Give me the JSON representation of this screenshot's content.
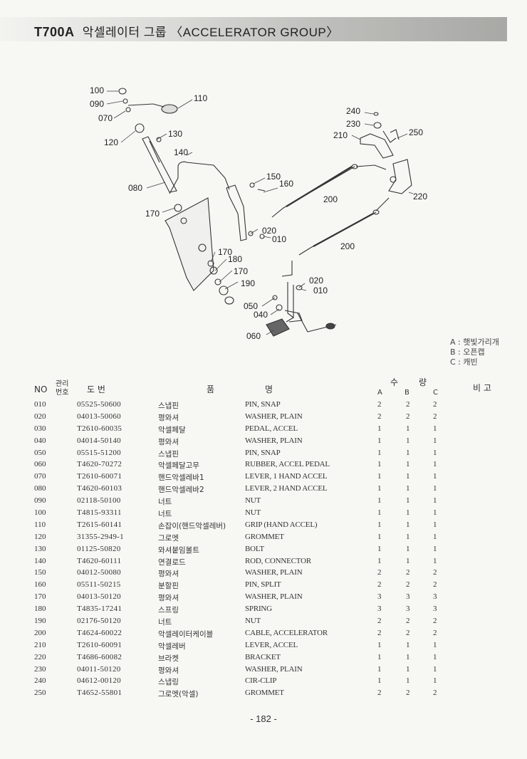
{
  "header": {
    "model": "T700A",
    "title": "악셀레이터 그룹 〈ACCELERATOR GROUP〉"
  },
  "diagram_labels": [
    "100",
    "090",
    "070",
    "110",
    "120",
    "130",
    "140",
    "080",
    "170",
    "150",
    "160",
    "200",
    "240",
    "230",
    "210",
    "250",
    "220",
    "020",
    "010",
    "170",
    "180",
    "170",
    "190",
    "200",
    "020",
    "010",
    "050",
    "040",
    "060"
  ],
  "legend": [
    "A : 햇빛가리개",
    "B : 오픈캡",
    "C : 캐빈"
  ],
  "table_header": {
    "no": "NO",
    "mgmt_top": "관리",
    "mgmt_bottom": "번호",
    "drawing": "도      번",
    "name1": "품",
    "name2": "명",
    "qty1": "수",
    "qty2": "량",
    "col_a": "A",
    "col_b": "B",
    "col_c": "C",
    "remarks": "비 고"
  },
  "rows": [
    {
      "no": "010",
      "part": "05525-50600",
      "kor": "스냅핀",
      "eng": "PIN, SNAP",
      "a": "2",
      "b": "2",
      "c": "2"
    },
    {
      "no": "020",
      "part": "04013-50060",
      "kor": "평와셔",
      "eng": "WASHER, PLAIN",
      "a": "2",
      "b": "2",
      "c": "2"
    },
    {
      "no": "030",
      "part": "T2610-60035",
      "kor": "악셀페달",
      "eng": "PEDAL, ACCEL",
      "a": "1",
      "b": "1",
      "c": "1"
    },
    {
      "no": "040",
      "part": "04014-50140",
      "kor": "평와셔",
      "eng": "WASHER, PLAIN",
      "a": "1",
      "b": "1",
      "c": "1"
    },
    {
      "no": "050",
      "part": "05515-51200",
      "kor": "스냅핀",
      "eng": "PIN, SNAP",
      "a": "1",
      "b": "1",
      "c": "1"
    },
    {
      "no": "060",
      "part": "T4620-70272",
      "kor": "악셀페달고무",
      "eng": "RUBBER, ACCEL PEDAL",
      "a": "1",
      "b": "1",
      "c": "1"
    },
    {
      "no": "070",
      "part": "T2610-60071",
      "kor": "핸드악셀레바1",
      "eng": "LEVER, 1 HAND ACCEL",
      "a": "1",
      "b": "1",
      "c": "1"
    },
    {
      "no": "080",
      "part": "T4620-60103",
      "kor": "핸드악셀레바2",
      "eng": "LEVER, 2 HAND ACCEL",
      "a": "1",
      "b": "1",
      "c": "1"
    },
    {
      "no": "090",
      "part": "02118-50100",
      "kor": "너트",
      "eng": "NUT",
      "a": "1",
      "b": "1",
      "c": "1"
    },
    {
      "no": "100",
      "part": "T4815-93311",
      "kor": "너트",
      "eng": "NUT",
      "a": "1",
      "b": "1",
      "c": "1"
    },
    {
      "no": "110",
      "part": "T2615-60141",
      "kor": "손잡이(핸드악셀레버)",
      "eng": "GRIP (HAND ACCEL)",
      "a": "1",
      "b": "1",
      "c": "1"
    },
    {
      "no": "120",
      "part": "31355-2949-1",
      "kor": "그로멧",
      "eng": "GROMMET",
      "a": "1",
      "b": "1",
      "c": "1"
    },
    {
      "no": "130",
      "part": "01125-50820",
      "kor": "와셔붙임볼트",
      "eng": "BOLT",
      "a": "1",
      "b": "1",
      "c": "1"
    },
    {
      "no": "140",
      "part": "T4620-60111",
      "kor": "연결로드",
      "eng": "ROD, CONNECTOR",
      "a": "1",
      "b": "1",
      "c": "1"
    },
    {
      "no": "150",
      "part": "04012-50080",
      "kor": "평와셔",
      "eng": "WASHER, PLAIN",
      "a": "2",
      "b": "2",
      "c": "2"
    },
    {
      "no": "160",
      "part": "05511-50215",
      "kor": "분할핀",
      "eng": "PIN, SPLIT",
      "a": "2",
      "b": "2",
      "c": "2"
    },
    {
      "no": "170",
      "part": "04013-50120",
      "kor": "평와셔",
      "eng": "WASHER, PLAIN",
      "a": "3",
      "b": "3",
      "c": "3"
    },
    {
      "no": "180",
      "part": "T4835-17241",
      "kor": "스프링",
      "eng": "SPRING",
      "a": "3",
      "b": "3",
      "c": "3"
    },
    {
      "no": "190",
      "part": "02176-50120",
      "kor": "너트",
      "eng": "NUT",
      "a": "2",
      "b": "2",
      "c": "2"
    },
    {
      "no": "200",
      "part": "T4624-60022",
      "kor": "악셀레이터케이블",
      "eng": "CABLE, ACCELERATOR",
      "a": "2",
      "b": "2",
      "c": "2"
    },
    {
      "no": "210",
      "part": "T2610-60091",
      "kor": "악셀레버",
      "eng": "LEVER, ACCEL",
      "a": "1",
      "b": "1",
      "c": "1"
    },
    {
      "no": "220",
      "part": "T4686-60082",
      "kor": "브라켓",
      "eng": "BRACKET",
      "a": "1",
      "b": "1",
      "c": "1"
    },
    {
      "no": "230",
      "part": "04011-50120",
      "kor": "평와셔",
      "eng": "WASHER, PLAIN",
      "a": "1",
      "b": "1",
      "c": "1"
    },
    {
      "no": "240",
      "part": "04612-00120",
      "kor": "스냅링",
      "eng": "CIR-CLIP",
      "a": "1",
      "b": "1",
      "c": "1"
    },
    {
      "no": "250",
      "part": "T4652-55801",
      "kor": "그로멧(악셀)",
      "eng": "GROMMET",
      "a": "2",
      "b": "2",
      "c": "2"
    }
  ],
  "page_number": "- 182 -"
}
